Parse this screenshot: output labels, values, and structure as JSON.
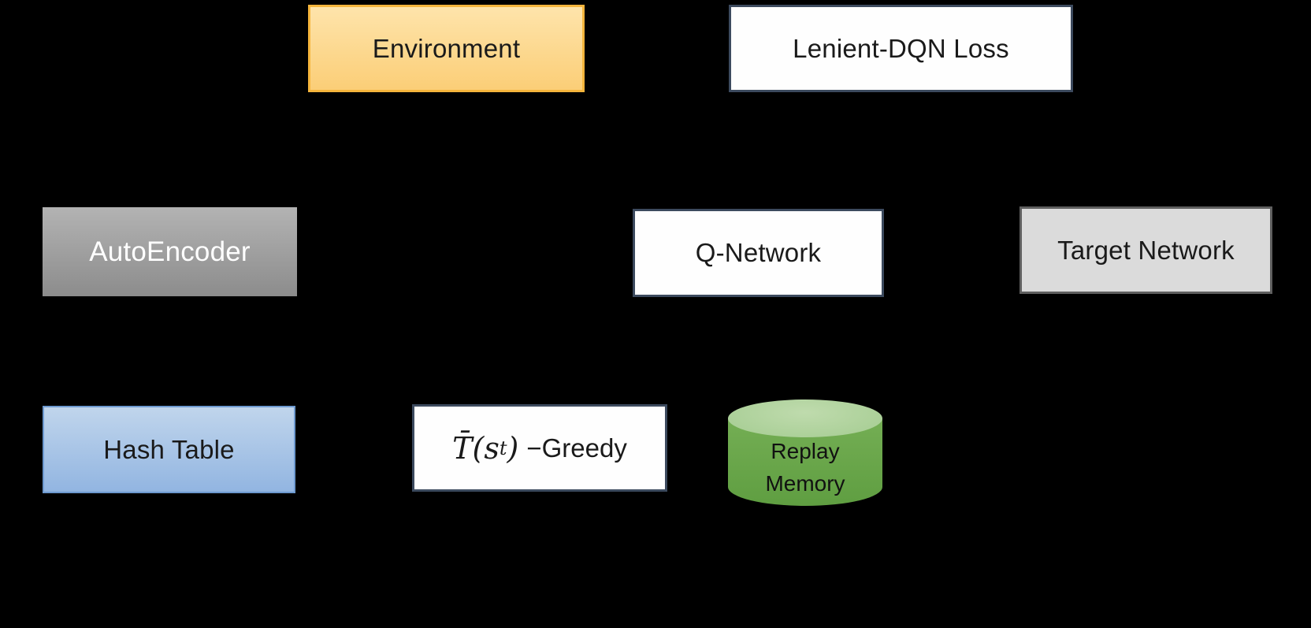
{
  "colors": {
    "background": "#000000",
    "environment_fill_top": "#FEE4AB",
    "environment_fill_bottom": "#FBCE77",
    "environment_border": "#F5B53C",
    "white_box_fill": "#FEFEFE",
    "white_box_border": "#3C4A5E",
    "autoencoder_fill_top": "#B3B3B3",
    "autoencoder_fill_bottom": "#8C8C8C",
    "target_fill": "#DBDBDB",
    "target_border": "#5F5F5F",
    "hash_fill_top": "#C0D5EC",
    "hash_fill_bottom": "#92B5E1",
    "hash_border": "#6D99CF",
    "cylinder_body_top": "#74AE54",
    "cylinder_body_bottom": "#5F9E41",
    "cylinder_top_center": "#BFDBAD",
    "cylinder_top_edge": "#A4CC91"
  },
  "nodes": {
    "environment": {
      "label": "Environment"
    },
    "lenient_dqn_loss": {
      "label": "Lenient-DQN Loss"
    },
    "autoencoder": {
      "label": "AutoEncoder"
    },
    "q_network": {
      "label": "Q-Network"
    },
    "target_network": {
      "label": "Target Network"
    },
    "hash_table": {
      "label": "Hash Table"
    },
    "t_greedy": {
      "t_bar": "T̄",
      "paren_s": "(s",
      "sub_t": "t",
      "paren_close": ")",
      "suffix": "−Greedy"
    },
    "replay_memory": {
      "line1": "Replay",
      "line2": "Memory"
    }
  }
}
